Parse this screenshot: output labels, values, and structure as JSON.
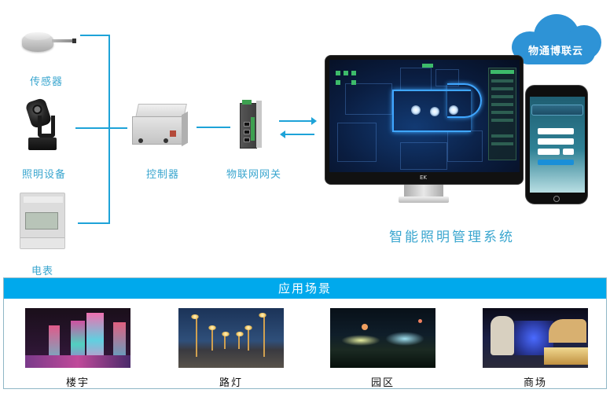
{
  "devices": {
    "sensor": {
      "label": "传感器",
      "icon": "load-cell-sensor-icon"
    },
    "lighting": {
      "label": "照明设备",
      "icon": "moving-head-light-icon"
    },
    "meter": {
      "label": "电表",
      "icon": "electric-meter-icon"
    },
    "controller": {
      "label": "控制器",
      "icon": "controller-module-icon"
    },
    "gateway": {
      "label": "物联网网关",
      "icon": "iot-gateway-icon"
    }
  },
  "cloud": {
    "label": "物通博联云",
    "color": "#2e93d6"
  },
  "system": {
    "title": "智能照明管理系统",
    "monitor_brand": "EK"
  },
  "colors": {
    "accent": "#1ea3d8",
    "label_text": "#3aa6cf",
    "section_header": "#00a9ec"
  },
  "scenarios": {
    "header": "应用场景",
    "items": [
      {
        "label": "楼宇",
        "image": "building-night-lighting"
      },
      {
        "label": "路灯",
        "image": "street-lamps"
      },
      {
        "label": "园区",
        "image": "industrial-park-night"
      },
      {
        "label": "商场",
        "image": "shopping-mall-lighting"
      }
    ]
  }
}
